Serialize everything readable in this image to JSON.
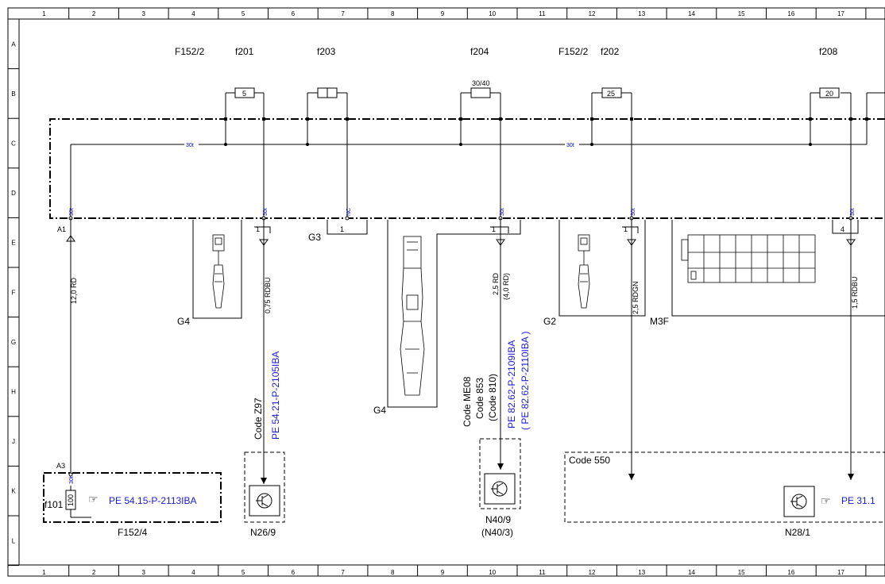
{
  "ruler": {
    "columns": [
      "1",
      "2",
      "3",
      "4",
      "5",
      "6",
      "7",
      "8",
      "9",
      "10",
      "11",
      "12",
      "13",
      "14",
      "15",
      "16",
      "17"
    ],
    "rows": [
      "A",
      "B",
      "C",
      "D",
      "E",
      "F",
      "G",
      "H",
      "J",
      "K",
      "L"
    ]
  },
  "fuses": {
    "f152_2_left": "F152/2",
    "f201": "f201",
    "f203": "f203",
    "f204": "f204",
    "f152_2_right": "F152/2",
    "f202": "f202",
    "f208": "f208",
    "rating_f201": "5",
    "rating_f204": "30/40",
    "rating_f202": "25",
    "rating_f208": "20",
    "rating_f101": "100"
  },
  "bus": {
    "left": "30t",
    "right": "30t"
  },
  "terminals": {
    "t1": "30t",
    "t2": "30t",
    "t3": "NC",
    "t4": "30t",
    "t5": "30t",
    "t6": "30t",
    "t7": "30t"
  },
  "connectors": {
    "a1": "A1",
    "a3": "A3",
    "g4_left": "G4",
    "g3": "G3",
    "g4_mid": "G4",
    "g2": "G2",
    "m3f": "M3F",
    "pin_g4": "1",
    "pin_g3": "1",
    "pin_mid": "1",
    "pin_g2": "1",
    "pin_m3f": "4"
  },
  "wires": {
    "w1": "12,0 RD",
    "w2": "0,75 RDBU",
    "w3a": "2,5 RD",
    "w3b": "(4,0 RD)",
    "w4": "2,5 RDGN",
    "w5": "1,5 RDBU"
  },
  "codes": {
    "z97": "Code Z97",
    "me08": "Code ME08",
    "c853": "Code 853",
    "c810": "(Code 810)",
    "c550": "Code 550"
  },
  "refs": {
    "pe1": "PE 54.21-P-2105IBA",
    "pe2a": "PE 82.62-P-2109IBA",
    "pe2b": "( PE 82.62-P-2110IBA )",
    "pe3": "PE 54.15-P-2113IBA",
    "pe4": "PE 31.1"
  },
  "components": {
    "f101": "f101",
    "f152_4": "F152/4",
    "n26_9": "N26/9",
    "n40_9": "N40/9",
    "n40_3": "(N40/3)",
    "n28_1": "N28/1"
  },
  "colors": {
    "line": "#000000",
    "ref": "#1a1adb",
    "terminal": "#0000cc"
  }
}
